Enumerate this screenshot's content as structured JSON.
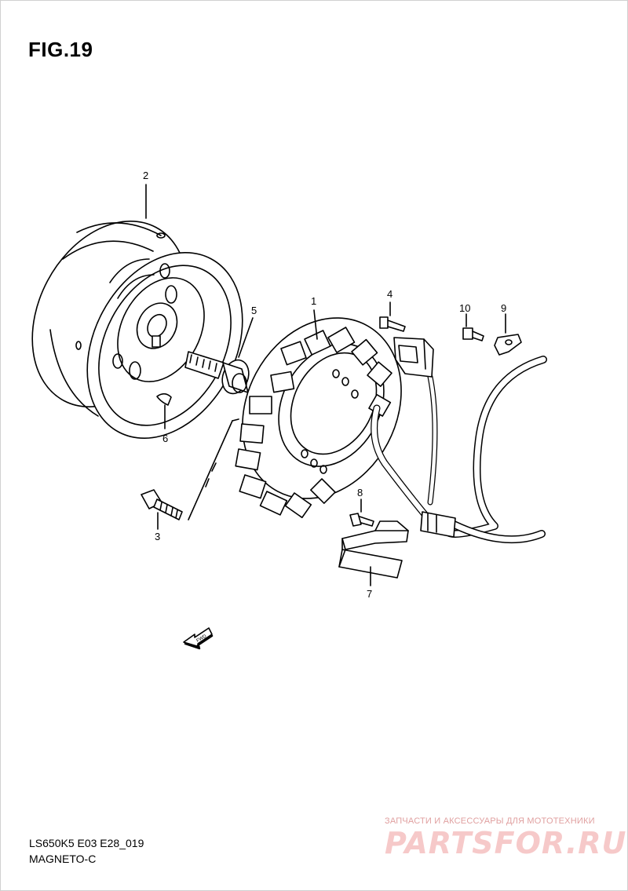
{
  "figure": {
    "title": "FIG.19"
  },
  "callouts": {
    "p1": "1",
    "p2": "2",
    "p3": "3",
    "p4": "4",
    "p5": "5",
    "p6": "6",
    "p7": "7",
    "p8": "8",
    "p9": "9",
    "p10": "10"
  },
  "fwd_label": "FWD",
  "footer": {
    "model_code": "LS650K5 E03 E28_019",
    "section": "MAGNETO-C"
  },
  "watermark": {
    "subtitle": "ЗАПЧАСТИ И АКСЕССУАРЫ ДЛЯ МОТОТЕХНИКИ",
    "logo": "PARTSFOR.RU"
  }
}
